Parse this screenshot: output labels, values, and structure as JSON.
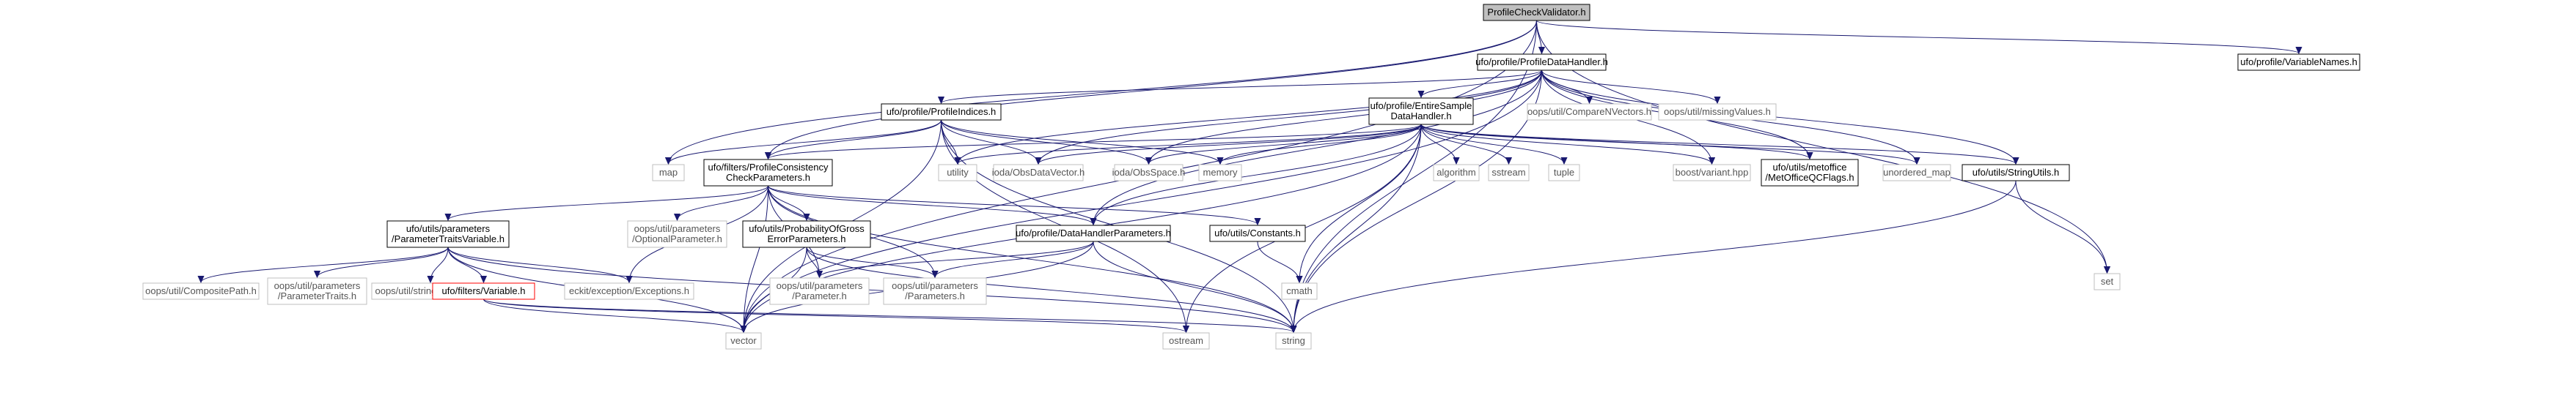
{
  "colors": {
    "edge": "#191970",
    "box_project": "#000000",
    "box_system": "#bfbfbf",
    "box_missing": "#ff0000",
    "fill_root": "#bfbfbf",
    "fill": "#ffffff"
  },
  "nodes": [
    {
      "id": "root",
      "lines": [
        "ProfileCheckValidator.h"
      ],
      "kind": "root"
    },
    {
      "id": "pdh",
      "lines": [
        "ufo/profile/ProfileDataHandler.h"
      ],
      "kind": "project"
    },
    {
      "id": "varnames",
      "lines": [
        "ufo/profile/VariableNames.h"
      ],
      "kind": "project"
    },
    {
      "id": "pindices",
      "lines": [
        "ufo/profile/ProfileIndices.h"
      ],
      "kind": "project"
    },
    {
      "id": "compareN",
      "lines": [
        "oops/util/CompareNVectors.h"
      ],
      "kind": "system"
    },
    {
      "id": "missingVal",
      "lines": [
        "oops/util/missingValues.h"
      ],
      "kind": "system"
    },
    {
      "id": "esdh",
      "lines": [
        "ufo/profile/EntireSample",
        "DataHandler.h"
      ],
      "kind": "project"
    },
    {
      "id": "map",
      "lines": [
        "map"
      ],
      "kind": "system"
    },
    {
      "id": "pccp",
      "lines": [
        "ufo/filters/ProfileConsistency",
        "CheckParameters.h"
      ],
      "kind": "project"
    },
    {
      "id": "utility",
      "lines": [
        "utility"
      ],
      "kind": "system"
    },
    {
      "id": "obsdatavector",
      "lines": [
        "ioda/ObsDataVector.h"
      ],
      "kind": "system"
    },
    {
      "id": "obsspace",
      "lines": [
        "ioda/ObsSpace.h"
      ],
      "kind": "system"
    },
    {
      "id": "memory",
      "lines": [
        "memory"
      ],
      "kind": "system"
    },
    {
      "id": "algorithm",
      "lines": [
        "algorithm"
      ],
      "kind": "system"
    },
    {
      "id": "sstream",
      "lines": [
        "sstream"
      ],
      "kind": "system"
    },
    {
      "id": "tuple",
      "lines": [
        "tuple"
      ],
      "kind": "system"
    },
    {
      "id": "boostvariant",
      "lines": [
        "boost/variant.hpp"
      ],
      "kind": "system"
    },
    {
      "id": "metoffice",
      "lines": [
        "ufo/utils/metoffice",
        "/MetOfficeQCFlags.h"
      ],
      "kind": "project"
    },
    {
      "id": "unorderedmap",
      "lines": [
        "unordered_map"
      ],
      "kind": "system"
    },
    {
      "id": "stringutils",
      "lines": [
        "ufo/utils/StringUtils.h"
      ],
      "kind": "project"
    },
    {
      "id": "ptv",
      "lines": [
        "ufo/utils/parameters",
        "/ParameterTraitsVariable.h"
      ],
      "kind": "project"
    },
    {
      "id": "optparam",
      "lines": [
        "oops/util/parameters",
        "/OptionalParameter.h"
      ],
      "kind": "system"
    },
    {
      "id": "pogep",
      "lines": [
        "ufo/utils/ProbabilityOfGross",
        "ErrorParameters.h"
      ],
      "kind": "project"
    },
    {
      "id": "pdhp",
      "lines": [
        "ufo/profile/DataHandlerParameters.h"
      ],
      "kind": "project"
    },
    {
      "id": "constants",
      "lines": [
        "ufo/utils/Constants.h"
      ],
      "kind": "project"
    },
    {
      "id": "set",
      "lines": [
        "set"
      ],
      "kind": "system"
    },
    {
      "id": "compositepath",
      "lines": [
        "oops/util/CompositePath.h"
      ],
      "kind": "system"
    },
    {
      "id": "paramtraits",
      "lines": [
        "oops/util/parameters",
        "/ParameterTraits.h"
      ],
      "kind": "system"
    },
    {
      "id": "stringfunctions",
      "lines": [
        "oops/util/stringFunctions.h"
      ],
      "kind": "system"
    },
    {
      "id": "variable",
      "lines": [
        "ufo/filters/Variable.h"
      ],
      "kind": "missing"
    },
    {
      "id": "eckitexceptions",
      "lines": [
        "eckit/exception/Exceptions.h"
      ],
      "kind": "system"
    },
    {
      "id": "parameter",
      "lines": [
        "oops/util/parameters",
        "/Parameter.h"
      ],
      "kind": "system"
    },
    {
      "id": "parameters",
      "lines": [
        "oops/util/parameters",
        "/Parameters.h"
      ],
      "kind": "system"
    },
    {
      "id": "cmath",
      "lines": [
        "cmath"
      ],
      "kind": "system"
    },
    {
      "id": "vector",
      "lines": [
        "vector"
      ],
      "kind": "system"
    },
    {
      "id": "ostream",
      "lines": [
        "ostream"
      ],
      "kind": "system"
    },
    {
      "id": "string",
      "lines": [
        "string"
      ],
      "kind": "system"
    }
  ],
  "edges": [
    [
      "root",
      "pdh"
    ],
    [
      "root",
      "varnames"
    ],
    [
      "root",
      "pccp"
    ],
    [
      "root",
      "map"
    ],
    [
      "root",
      "set"
    ],
    [
      "root",
      "vector"
    ],
    [
      "root",
      "string"
    ],
    [
      "pdh",
      "pindices"
    ],
    [
      "pdh",
      "compareN"
    ],
    [
      "pdh",
      "missingVal"
    ],
    [
      "pdh",
      "esdh"
    ],
    [
      "pdh",
      "utility"
    ],
    [
      "pdh",
      "obsdatavector"
    ],
    [
      "pdh",
      "obsspace"
    ],
    [
      "pdh",
      "boostvariant"
    ],
    [
      "pdh",
      "metoffice"
    ],
    [
      "pdh",
      "unorderedmap"
    ],
    [
      "pdh",
      "stringutils"
    ],
    [
      "pdh",
      "pdhp"
    ],
    [
      "pdh",
      "vector"
    ],
    [
      "pdh",
      "string"
    ],
    [
      "pindices",
      "map"
    ],
    [
      "pindices",
      "pccp"
    ],
    [
      "pindices",
      "utility"
    ],
    [
      "pindices",
      "obsdatavector"
    ],
    [
      "pindices",
      "obsspace"
    ],
    [
      "pindices",
      "memory"
    ],
    [
      "pindices",
      "vector"
    ],
    [
      "pindices",
      "ostream"
    ],
    [
      "pindices",
      "string"
    ],
    [
      "esdh",
      "utility"
    ],
    [
      "esdh",
      "obsdatavector"
    ],
    [
      "esdh",
      "obsspace"
    ],
    [
      "esdh",
      "memory"
    ],
    [
      "esdh",
      "algorithm"
    ],
    [
      "esdh",
      "sstream"
    ],
    [
      "esdh",
      "tuple"
    ],
    [
      "esdh",
      "boostvariant"
    ],
    [
      "esdh",
      "metoffice"
    ],
    [
      "esdh",
      "unorderedmap"
    ],
    [
      "esdh",
      "stringutils"
    ],
    [
      "esdh",
      "pdhp"
    ],
    [
      "esdh",
      "pccp"
    ],
    [
      "esdh",
      "cmath"
    ],
    [
      "esdh",
      "vector"
    ],
    [
      "esdh",
      "string"
    ],
    [
      "esdh",
      "ostream"
    ],
    [
      "pccp",
      "ptv"
    ],
    [
      "pccp",
      "optparam"
    ],
    [
      "pccp",
      "pogep"
    ],
    [
      "pccp",
      "pdhp"
    ],
    [
      "pccp",
      "constants"
    ],
    [
      "pccp",
      "eckitexceptions"
    ],
    [
      "pccp",
      "parameter"
    ],
    [
      "pccp",
      "parameters"
    ],
    [
      "pccp",
      "vector"
    ],
    [
      "pccp",
      "string"
    ],
    [
      "ptv",
      "compositepath"
    ],
    [
      "ptv",
      "paramtraits"
    ],
    [
      "ptv",
      "stringfunctions"
    ],
    [
      "ptv",
      "variable"
    ],
    [
      "ptv",
      "eckitexceptions"
    ],
    [
      "ptv",
      "vector"
    ],
    [
      "ptv",
      "string"
    ],
    [
      "variable",
      "vector"
    ],
    [
      "variable",
      "ostream"
    ],
    [
      "variable",
      "string"
    ],
    [
      "pogep",
      "parameter"
    ],
    [
      "pogep",
      "parameters"
    ],
    [
      "pogep",
      "vector"
    ],
    [
      "pogep",
      "string"
    ],
    [
      "pdhp",
      "parameter"
    ],
    [
      "pdhp",
      "parameters"
    ],
    [
      "pdhp",
      "vector"
    ],
    [
      "pdhp",
      "string"
    ],
    [
      "constants",
      "cmath"
    ],
    [
      "stringutils",
      "set"
    ],
    [
      "stringutils",
      "string"
    ]
  ]
}
